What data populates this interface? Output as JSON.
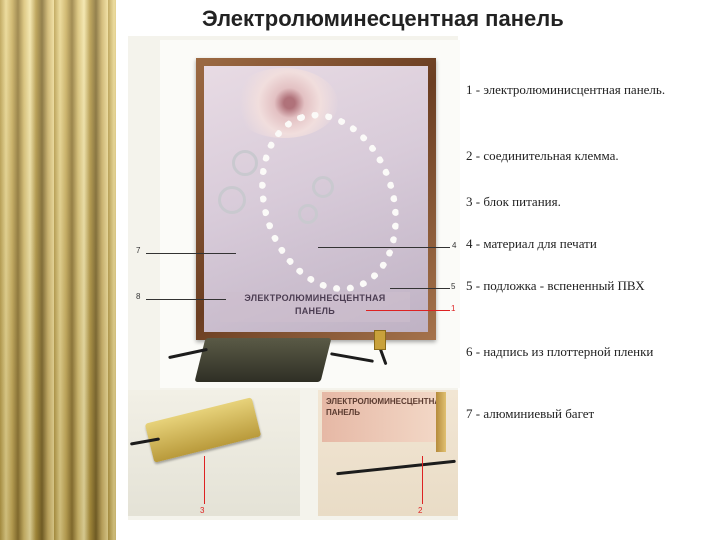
{
  "title": "Электролюминесцентная панель",
  "photo": {
    "panel_label": "ЭЛЕКТРОЛЮМИНЕСЦЕНТНАЯ\nПАНЕЛЬ",
    "corner_label": "ЭЛЕКТРОЛЮМИНЕСЦЕНТНАЯ\nПАНЕЛЬ"
  },
  "callouts": {
    "n7": "7",
    "n8": "8",
    "n4": "4",
    "n5": "5",
    "n1": "1",
    "n3": "3",
    "n2": "2"
  },
  "legend": [
    "1 - электролюминисцентная панель.",
    "2 - соединительная клемма.",
    "3 - блок питания.",
    "4 - материал для печати",
    "5 - подложка - вспененный ПВХ",
    "6 - надпись из плоттерной пленки",
    "7 - алюминиевый багет"
  ],
  "colors": {
    "gold": "#c9ad58",
    "callout_red": "#d22",
    "frame": "#6b3e22"
  }
}
